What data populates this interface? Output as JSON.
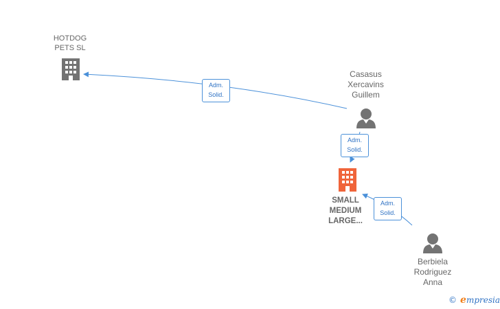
{
  "nodes": {
    "hotdog": {
      "label": "HOTDOG\nPETS  SL",
      "type": "company"
    },
    "casasus": {
      "label": "Casasus\nXercavins\nGuillem",
      "type": "person"
    },
    "small": {
      "label": "SMALL\nMEDIUM\nLARGE...",
      "type": "company",
      "focus": true
    },
    "berbiela": {
      "label": "Berbiela\nRodriguez\nAnna",
      "type": "person"
    }
  },
  "edges": [
    {
      "from": "casasus",
      "to": "hotdog",
      "label": "Adm.\nSolid."
    },
    {
      "from": "casasus",
      "to": "small",
      "label": "Adm.\nSolid."
    },
    {
      "from": "berbiela",
      "to": "small",
      "label": "Adm.\nSolid."
    }
  ],
  "colors": {
    "edge": "#4a90d9",
    "company": "#737373",
    "focus_company": "#f0643a",
    "person": "#737373"
  },
  "footer": {
    "copyright_symbol": "©",
    "brand_initial": "e",
    "brand_rest": "mpresia"
  }
}
